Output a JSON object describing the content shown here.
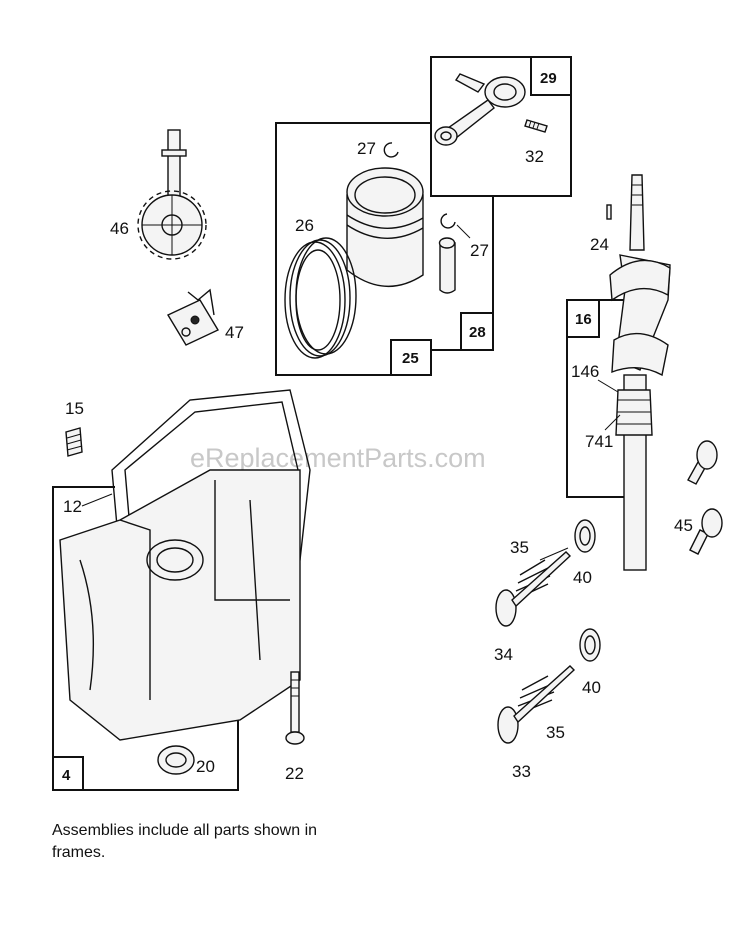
{
  "watermark": "eReplacementParts.com",
  "frames": {
    "f29": "29",
    "f25": "25",
    "f28": "28",
    "f16": "16",
    "f4": "4"
  },
  "labels": {
    "l46": "46",
    "l47": "47",
    "l27a": "27",
    "l26": "26",
    "l32": "32",
    "l27b": "27",
    "l24": "24",
    "l15": "15",
    "l12": "12",
    "l146": "146",
    "l741": "741",
    "l45": "45",
    "l35a": "35",
    "l40a": "40",
    "l34": "34",
    "l40b": "40",
    "l35b": "35",
    "l33": "33",
    "l20": "20",
    "l22": "22"
  },
  "footnote": "Assemblies include all parts shown in frames."
}
